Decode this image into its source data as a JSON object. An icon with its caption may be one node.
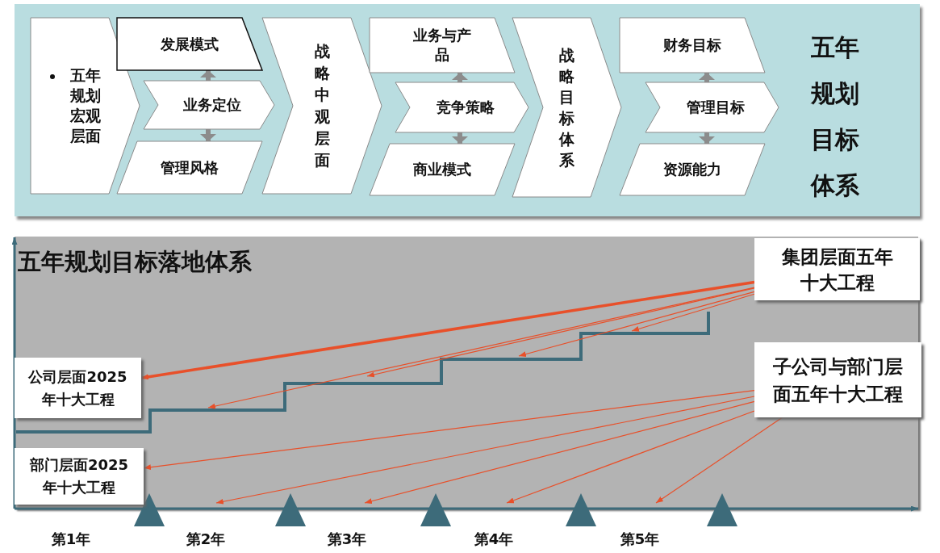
{
  "diagram": {
    "nodes": [
      {
        "text": [
          "五年规划目标体系"
        ]
      },
      {
        "text": [
          "五年规划宏观层面"
        ],
        "in": 0
      },
      {
        "text": [
          "发展模式"
        ],
        "in": 0
      },
      {
        "text": [
          "业务定位"
        ],
        "in": 0
      },
      {
        "text": [
          "管理风格"
        ],
        "in": 0
      },
      {
        "text": [
          "战略中观层面"
        ],
        "in": 0
      },
      {
        "text": [
          "业务与产品"
        ],
        "in": 0
      },
      {
        "text": [
          "竞争策略"
        ],
        "in": 0
      },
      {
        "text": [
          "商业模式"
        ],
        "in": 0
      },
      {
        "text": [
          "战略目标体系"
        ],
        "in": 0
      },
      {
        "text": [
          "财务目标"
        ],
        "in": 0
      },
      {
        "text": [
          "管理目标"
        ],
        "in": 0
      },
      {
        "text": [
          "资源能力"
        ],
        "in": 0
      },
      {
        "text": [
          "五年规划目标落地体系"
        ]
      },
      {
        "text": [
          "集团层面五年十大工程"
        ],
        "in": 13
      },
      {
        "text": [
          "公司层面2025年十大工程"
        ],
        "in": 13
      },
      {
        "text": [
          "子公司与部门层面五年十大工程"
        ],
        "in": 13
      },
      {
        "text": [
          "部门层面2025年十大工程"
        ],
        "in": 13
      }
    ],
    "edges": [
      {
        "from": 3,
        "to": 2,
        "arrow": "to",
        "style": "thick",
        "color": "#8c8c8c"
      },
      {
        "from": 3,
        "to": 4,
        "arrow": "to",
        "style": "thick",
        "color": "#8c8c8c"
      },
      {
        "from": 7,
        "to": 6,
        "arrow": "to",
        "style": "thick",
        "color": "#8c8c8c"
      },
      {
        "from": 7,
        "to": 8,
        "arrow": "to",
        "style": "thick",
        "color": "#8c8c8c"
      },
      {
        "from": 11,
        "to": 10,
        "arrow": "to",
        "style": "thick",
        "color": "#8c8c8c"
      },
      {
        "from": 11,
        "to": 12,
        "arrow": "to",
        "style": "thick",
        "color": "#8c8c8c"
      },
      {
        "from": 14,
        "to": 15,
        "arrow": "to",
        "style": "thick"
      },
      {
        "from": 14,
        "to": null,
        "arrow": "to"
      },
      {
        "from": 14,
        "to": null,
        "arrow": "to"
      },
      {
        "from": 14,
        "to": null,
        "arrow": "to"
      },
      {
        "from": 14,
        "to": null,
        "arrow": "to"
      },
      {
        "from": 16,
        "to": 17,
        "arrow": "to"
      },
      {
        "from": 16,
        "to": null,
        "arrow": "to"
      },
      {
        "from": 16,
        "to": null,
        "arrow": "to"
      },
      {
        "from": 16,
        "to": null,
        "arrow": "to"
      },
      {
        "from": 16,
        "to": null,
        "arrow": "to"
      }
    ],
    "labels": [
      "第1年",
      "第2年",
      "第3年",
      "第4年",
      "第5年"
    ]
  }
}
